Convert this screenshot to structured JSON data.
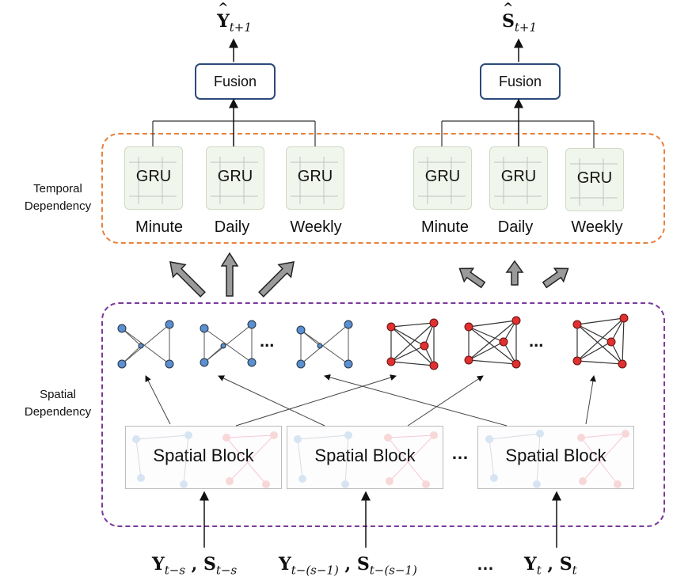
{
  "regions": {
    "temporal_label_line1": "Temporal",
    "temporal_label_line2": "Dependency",
    "spatial_label_line1": "Spatial",
    "spatial_label_line2": "Dependency"
  },
  "outputs": {
    "left": {
      "symbol": "Y",
      "subscript": "t+1"
    },
    "right": {
      "symbol": "S",
      "subscript": "t+1"
    }
  },
  "fusion": {
    "left_label": "Fusion",
    "right_label": "Fusion"
  },
  "gru_units": [
    {
      "label": "GRU",
      "period": "Minute"
    },
    {
      "label": "GRU",
      "period": "Daily"
    },
    {
      "label": "GRU",
      "period": "Weekly"
    },
    {
      "label": "GRU",
      "period": "Minute"
    },
    {
      "label": "GRU",
      "period": "Daily"
    },
    {
      "label": "GRU",
      "period": "Weekly"
    }
  ],
  "spatial_blocks": [
    {
      "label": "Spatial Block"
    },
    {
      "label": "Spatial Block"
    },
    {
      "label": "Spatial Block"
    }
  ],
  "ellipsis": "...",
  "ellipsis_bottom": "…",
  "inputs": [
    {
      "y": "Y",
      "y_sub": "t−s",
      "sep": " , ",
      "s": "S",
      "s_sub": "t−s"
    },
    {
      "y": "Y",
      "y_sub": "t−(s−1)",
      "sep": " , ",
      "s": "S",
      "s_sub": "t−(s−1)"
    },
    {
      "y": "Y",
      "y_sub": "t",
      "sep": " , ",
      "s": "S",
      "s_sub": "t"
    }
  ],
  "colors": {
    "temporal_border": "#e8823c",
    "spatial_border": "#7a3a9a",
    "fusion_border": "#2c4a7a",
    "blue_node": "#5b8fcf",
    "red_node": "#e03030"
  }
}
